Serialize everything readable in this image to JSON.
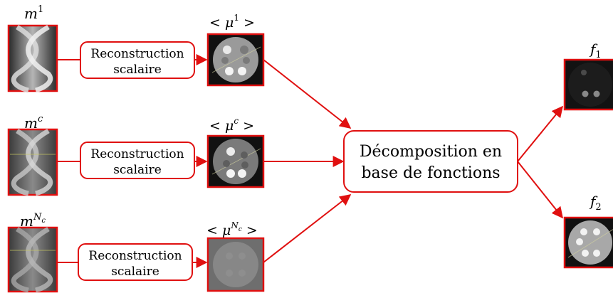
{
  "inputs": [
    {
      "symbol": "m",
      "sup": "1"
    },
    {
      "symbol": "m",
      "sup": "c"
    },
    {
      "symbol": "m",
      "sup": "N",
      "sup_sub": "c"
    }
  ],
  "reconstruction": {
    "line1": "Reconstruction",
    "line2": "scalaire"
  },
  "mu_labels": [
    {
      "prefix": "< ",
      "symbol": "μ",
      "sup": "1",
      "suffix": " >"
    },
    {
      "prefix": "< ",
      "symbol": "μ",
      "sup": "c",
      "suffix": " >"
    },
    {
      "prefix": "< ",
      "symbol": "μ",
      "sup": "N",
      "sup_sub": "c",
      "suffix": " >"
    }
  ],
  "decomposition": {
    "line1": "Décomposition en",
    "line2": "base de fonctions"
  },
  "outputs": [
    {
      "symbol": "f",
      "sub": "1"
    },
    {
      "symbol": "f",
      "sub": "2"
    }
  ],
  "colors": {
    "accent": "#e01010",
    "box_border": "#e01010",
    "image_border": "#e01010"
  }
}
